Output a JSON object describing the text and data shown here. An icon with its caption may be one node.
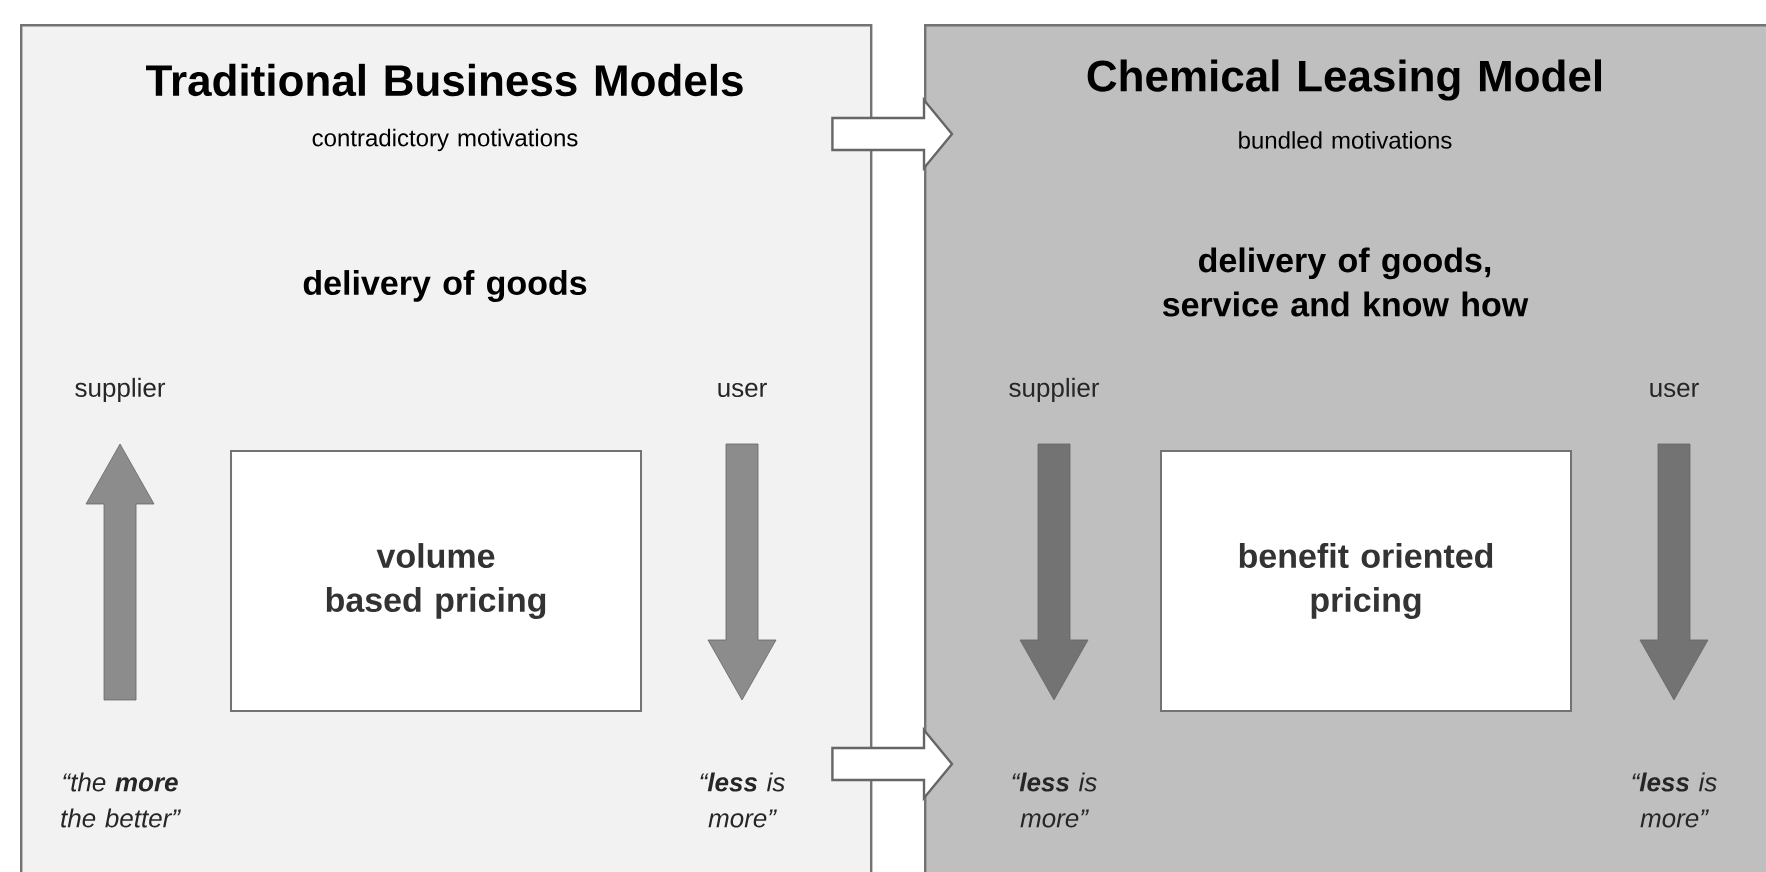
{
  "diagram": {
    "nodes": [
      {
        "text": [
          "Traditional Business Models",
          "contradictory motivations",
          "delivery of goods"
        ]
      },
      {
        "text": [
          "volume based pricing"
        ],
        "in": 0
      },
      {
        "text": [
          "Chemical Leasing Model",
          "bundled motivations",
          "delivery of goods, service and know how"
        ]
      },
      {
        "text": [
          "benefit oriented pricing"
        ],
        "in": 2
      }
    ],
    "edges": [
      {
        "from": 0,
        "to": 2,
        "arrow": "to"
      },
      {
        "from": 0,
        "to": 2,
        "arrow": "to"
      }
    ],
    "labels": [
      "supplier",
      "user",
      "“the **more** the better”",
      "“**less** is more”",
      "supplier",
      "user",
      "“**less** is more”",
      "“**less** is more”"
    ]
  }
}
